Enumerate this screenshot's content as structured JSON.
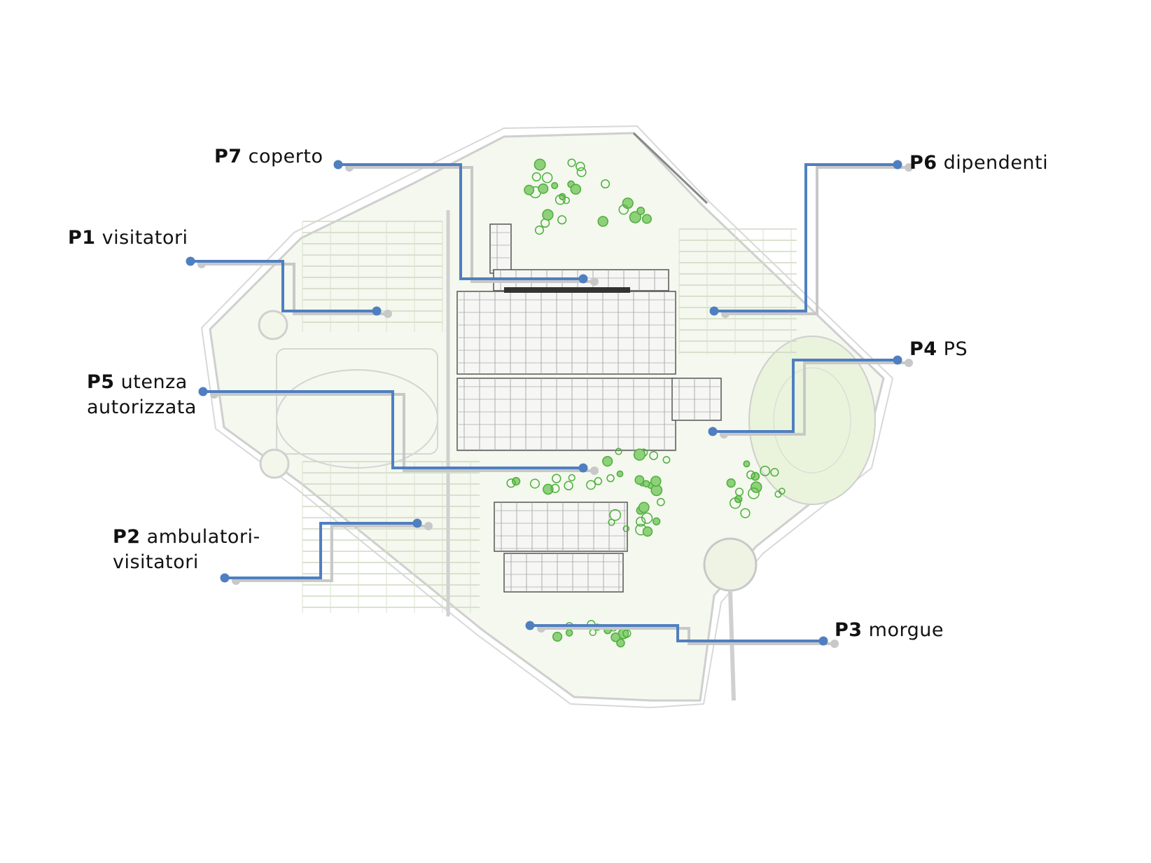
{
  "colors": {
    "leader": "#4f7fc0",
    "shadow": "#c8c8c8",
    "greenery": "#4caf3c",
    "site_fill": "#eef5e4"
  },
  "labels": [
    {
      "code": "P7",
      "text": "coperto"
    },
    {
      "code": "P1",
      "text": "visitatori"
    },
    {
      "code": "P5",
      "text": "utenza",
      "text2": "autorizzata"
    },
    {
      "code": "P2",
      "text": "ambulatori-",
      "text2": "visitatori"
    },
    {
      "code": "P6",
      "text": "dipendenti"
    },
    {
      "code": "P4",
      "text": "PS"
    },
    {
      "code": "P3",
      "text": "morgue"
    }
  ]
}
